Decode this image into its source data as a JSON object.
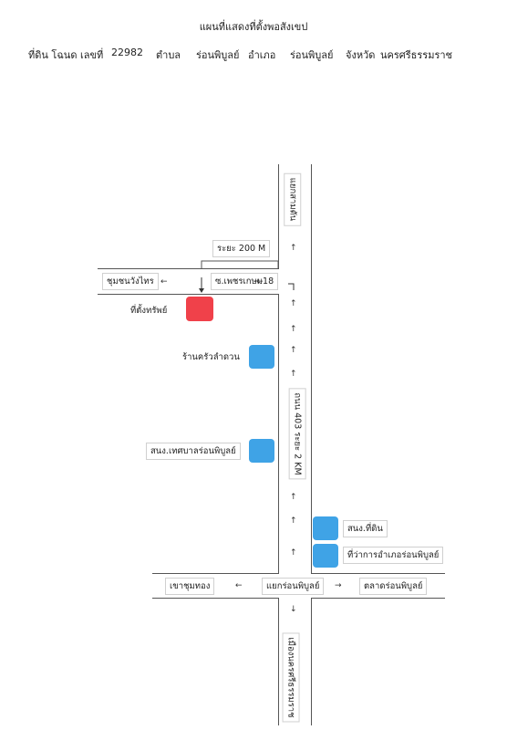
{
  "title": "แผนที่แสดงที่ตั้งพอสังเขป",
  "header": {
    "land_label": "ที่ดิน โฉนด เลขที่",
    "deed_number": "22982",
    "subdistrict_label": "ตำบล",
    "subdistrict": "ร่อนพิบูลย์",
    "district_label": "อำเภอ",
    "district": "ร่อนพิบูลย์",
    "province_label": "จังหวัด",
    "province": "นครศรีธรรมราช"
  },
  "map": {
    "north_end": "แยกสามตัน",
    "south_end": "เมืองนครศรีธรรมราช",
    "main_road": "ถนน 403 ระยะ 2 KM",
    "distance": "ระยะ 200 M",
    "soi": "ซ.เพชรเกษม18",
    "community": "ชุมชนวังไทร",
    "property": "ที่ตั้งทรัพย์",
    "restaurant": "ร้านครัวลำดวน",
    "municipal_office": "สนง.เทศบาลร่อนพิบูลย์",
    "land_office": "สนง.ที่ดิน",
    "district_office": "ที่ว่าการอำเภอร่อนพิบูลย์",
    "intersection": "แยกร่อนพิบูลย์",
    "west_road": "เขาชุมทอง",
    "east_road": "ตลาดร่อนพิบูลย์"
  },
  "colors": {
    "property": "#f0414a",
    "landmark": "#3fa3e6"
  }
}
